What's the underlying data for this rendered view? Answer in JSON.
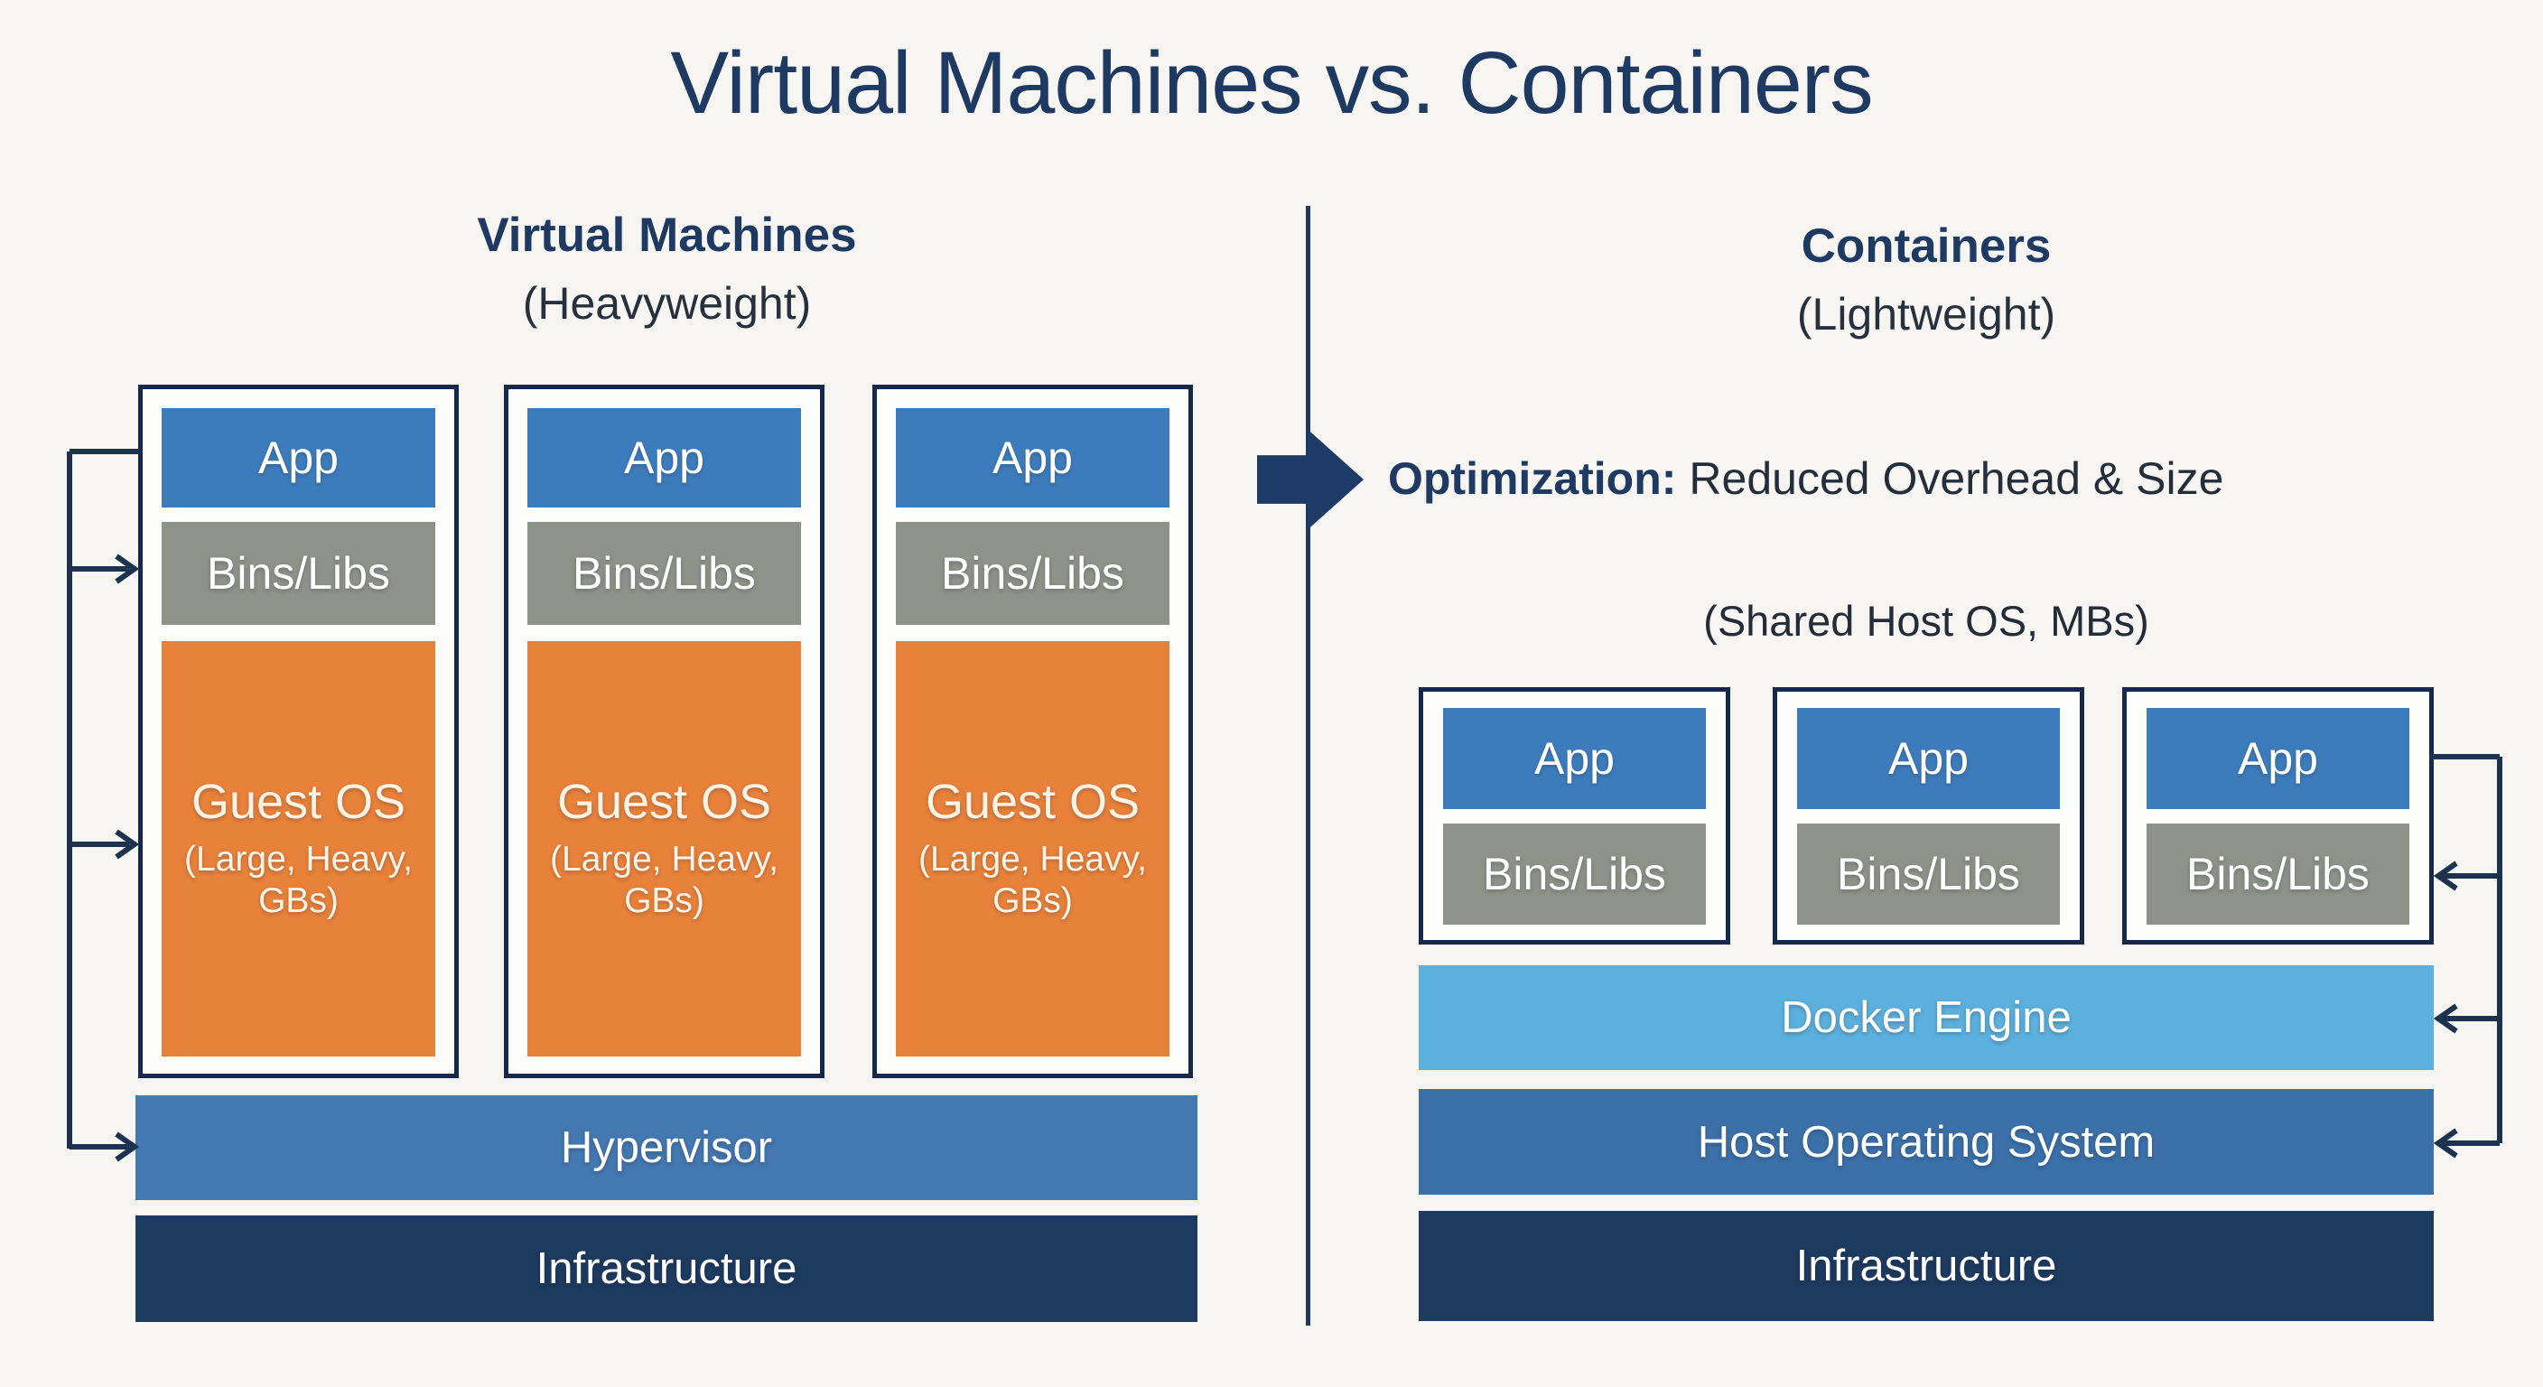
{
  "title": "Virtual Machines vs. Containers",
  "left": {
    "heading": "Virtual Machines",
    "subheading": "(Heavyweight)",
    "vm_stacks": [
      {
        "app": "App",
        "bins": "Bins/Libs",
        "guest_title": "Guest OS",
        "guest_sub": "(Large, Heavy, GBs)"
      },
      {
        "app": "App",
        "bins": "Bins/Libs",
        "guest_title": "Guest OS",
        "guest_sub": "(Large, Heavy, GBs)"
      },
      {
        "app": "App",
        "bins": "Bins/Libs",
        "guest_title": "Guest OS",
        "guest_sub": "(Large, Heavy, GBs)"
      }
    ],
    "hypervisor": "Hypervisor",
    "infrastructure": "Infrastructure"
  },
  "right": {
    "heading": "Containers",
    "subheading": "(Lightweight)",
    "optimization_label": "Optimization:",
    "optimization_text": "Reduced Overhead & Size",
    "shared_note": "(Shared Host OS, MBs)",
    "containers": [
      {
        "app": "App",
        "bins": "Bins/Libs"
      },
      {
        "app": "App",
        "bins": "Bins/Libs"
      },
      {
        "app": "App",
        "bins": "Bins/Libs"
      }
    ],
    "docker_engine": "Docker Engine",
    "host_os": "Host Operating System",
    "infrastructure": "Infrastructure"
  },
  "icons": {
    "flow_arrow": "right-block-arrow",
    "connector_arrow": "chevron-arrow"
  },
  "colors": {
    "background": "#f7f5f1",
    "title_navy": "#1e3a63",
    "dark_text": "#27313e",
    "box_border": "#16294a",
    "app_blue": "#3d7cbc",
    "bins_gray": "#8e9289",
    "guest_orange": "#e8813a",
    "hypervisor_blue": "#4478b1",
    "docker_light_blue": "#5cb0de",
    "host_os_blue": "#3b70a8",
    "infrastructure_navy": "#1d3a5f",
    "connector_navy": "#1c3350",
    "text_white": "#ffffff"
  }
}
